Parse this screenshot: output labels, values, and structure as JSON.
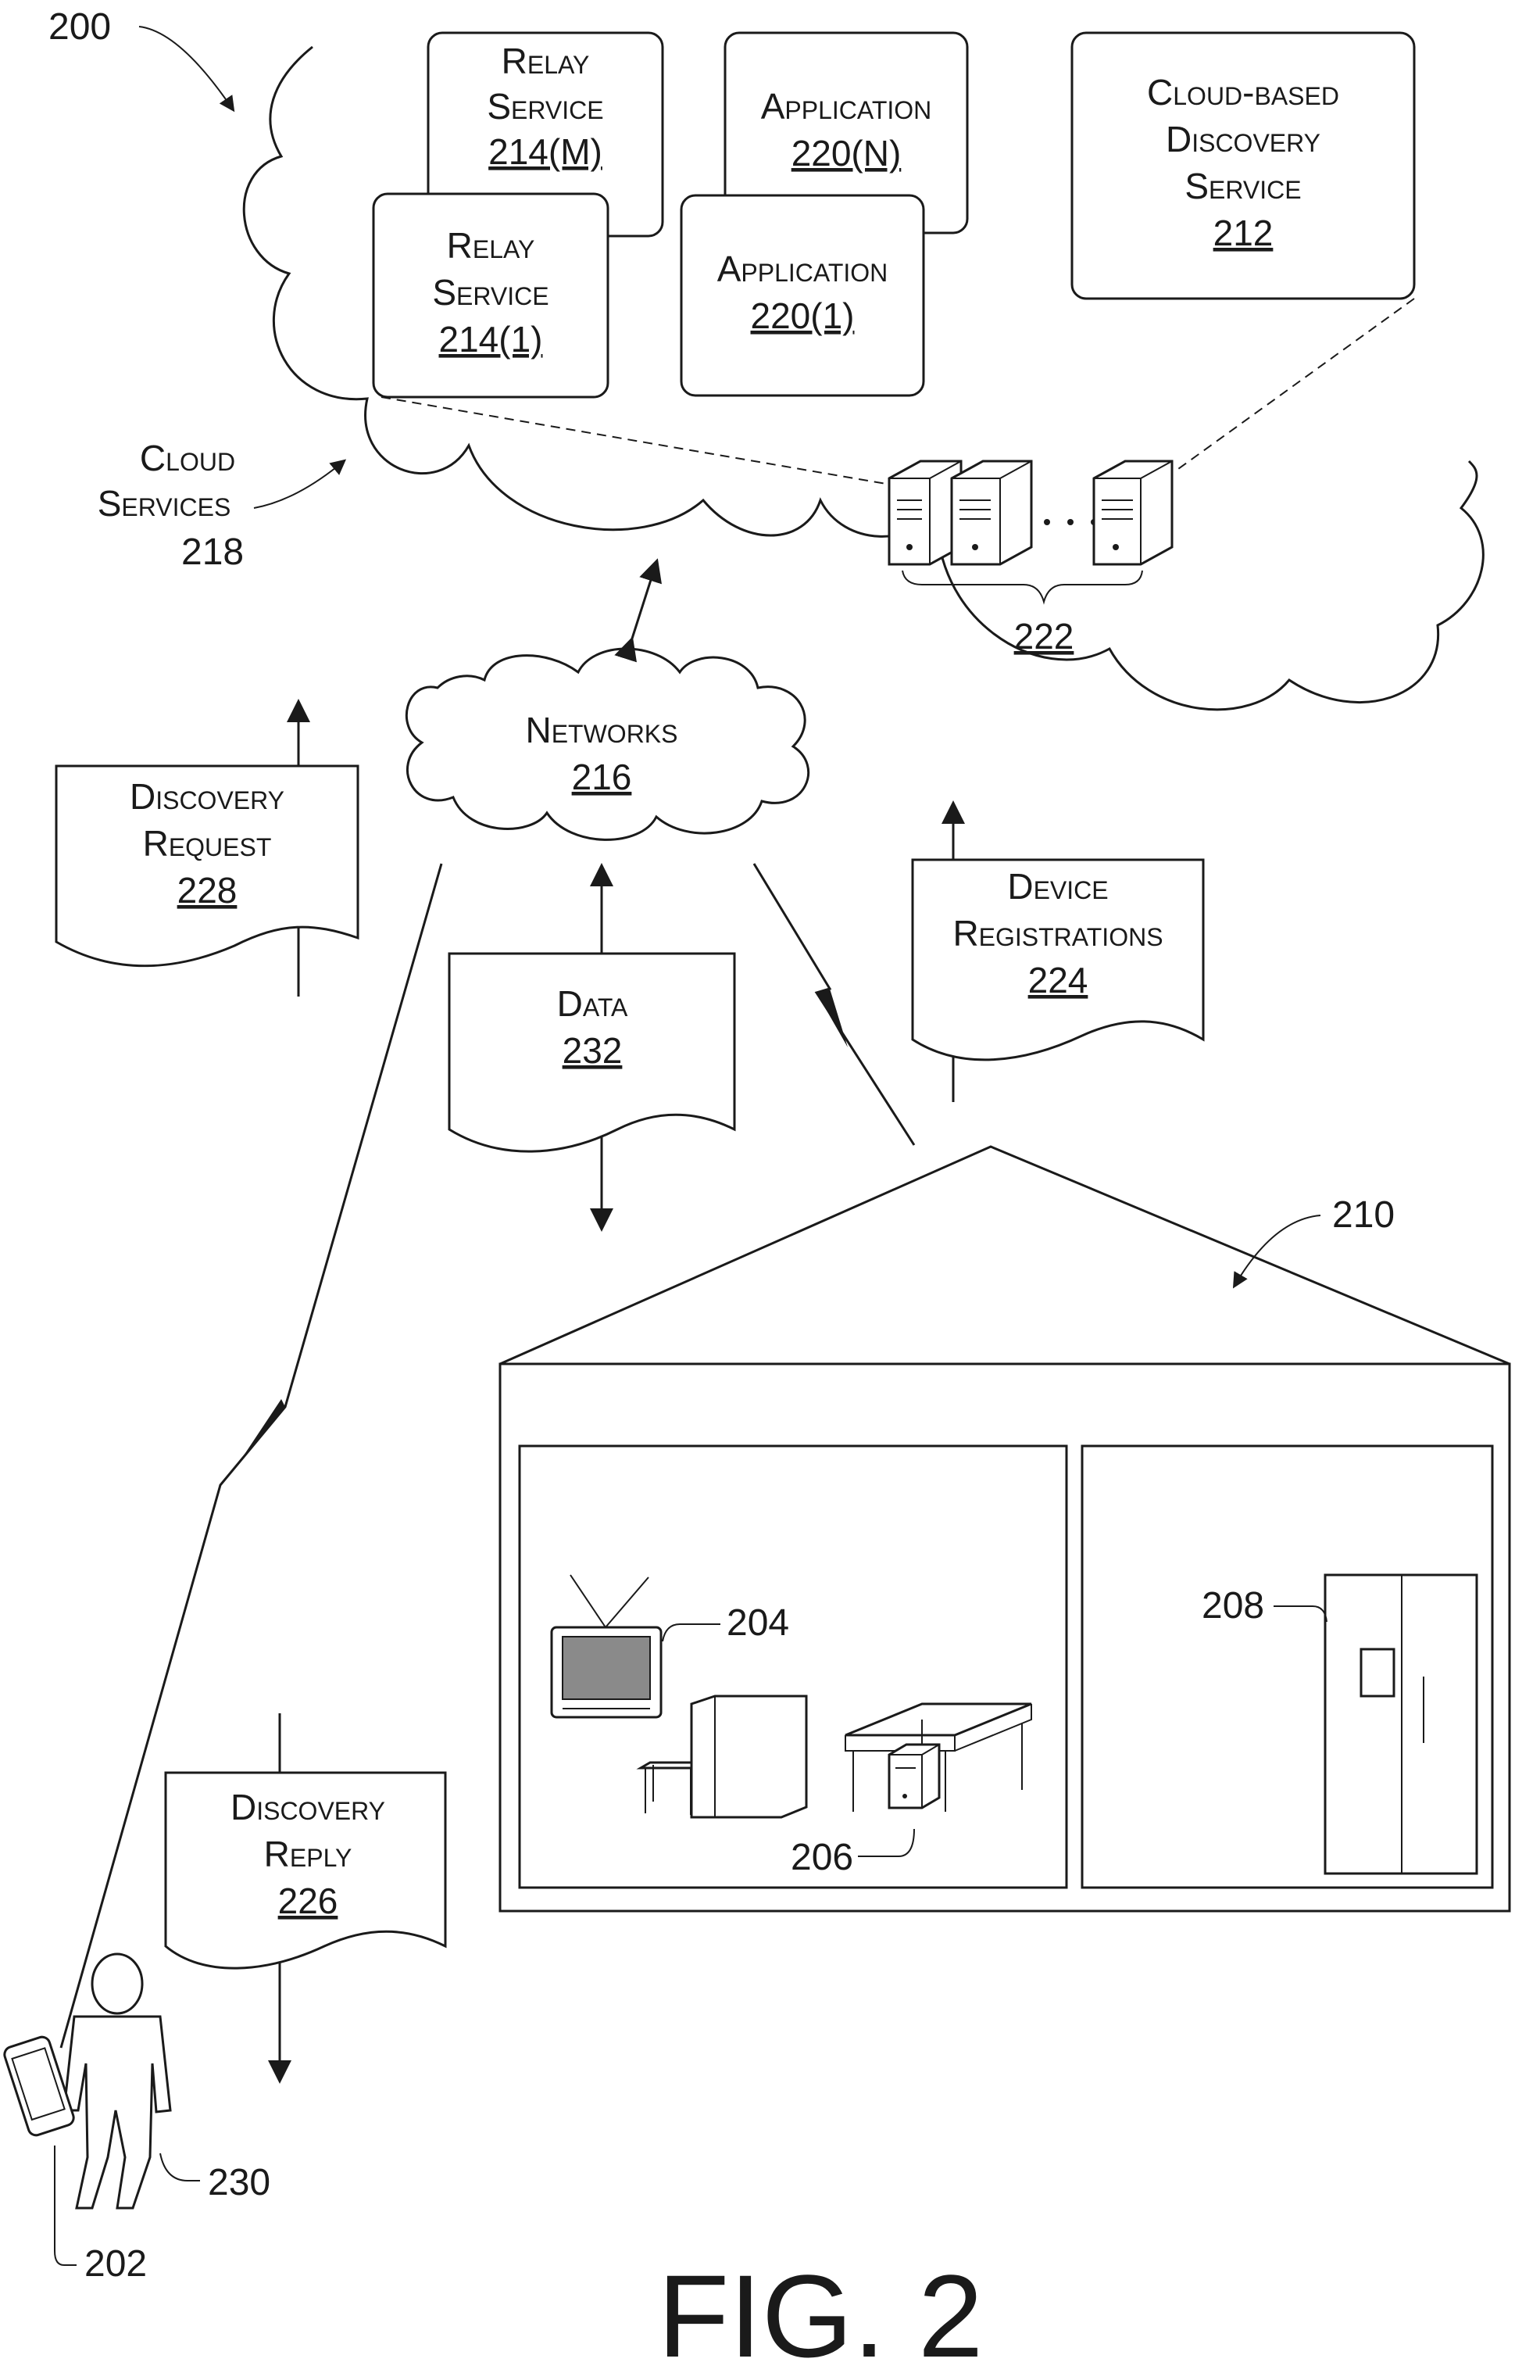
{
  "figure": {
    "ref_main": "200",
    "caption": "FIG. 2"
  },
  "cloud": {
    "label_line1": "Cloud",
    "label_line2": "Services",
    "ref": "218"
  },
  "relay_m": {
    "line1": "Relay",
    "line2": "Service",
    "ref": "214(M)"
  },
  "relay_1": {
    "line1": "Relay",
    "line2": "Service",
    "ref": "214(1)"
  },
  "app_n": {
    "line1": "Application",
    "ref": "220(N)"
  },
  "app_1": {
    "line1": "Application",
    "ref": "220(1)"
  },
  "discovery_service": {
    "line1": "Cloud-based",
    "line2": "Discovery",
    "line3": "Service",
    "ref": "212"
  },
  "servers": {
    "ref": "222"
  },
  "networks": {
    "line1": "Networks",
    "ref": "216"
  },
  "discovery_request": {
    "line1": "Discovery",
    "line2": "Request",
    "ref": "228"
  },
  "device_registrations": {
    "line1": "Device",
    "line2": "Registrations",
    "ref": "224"
  },
  "data_doc": {
    "line1": "Data",
    "ref": "232"
  },
  "discovery_reply": {
    "line1": "Discovery",
    "line2": "Reply",
    "ref": "226"
  },
  "home": {
    "ref": "210"
  },
  "devices": {
    "tv_ref": "204",
    "computer_ref": "206",
    "fridge_ref": "208",
    "phone_ref": "202",
    "user_ref": "230"
  }
}
